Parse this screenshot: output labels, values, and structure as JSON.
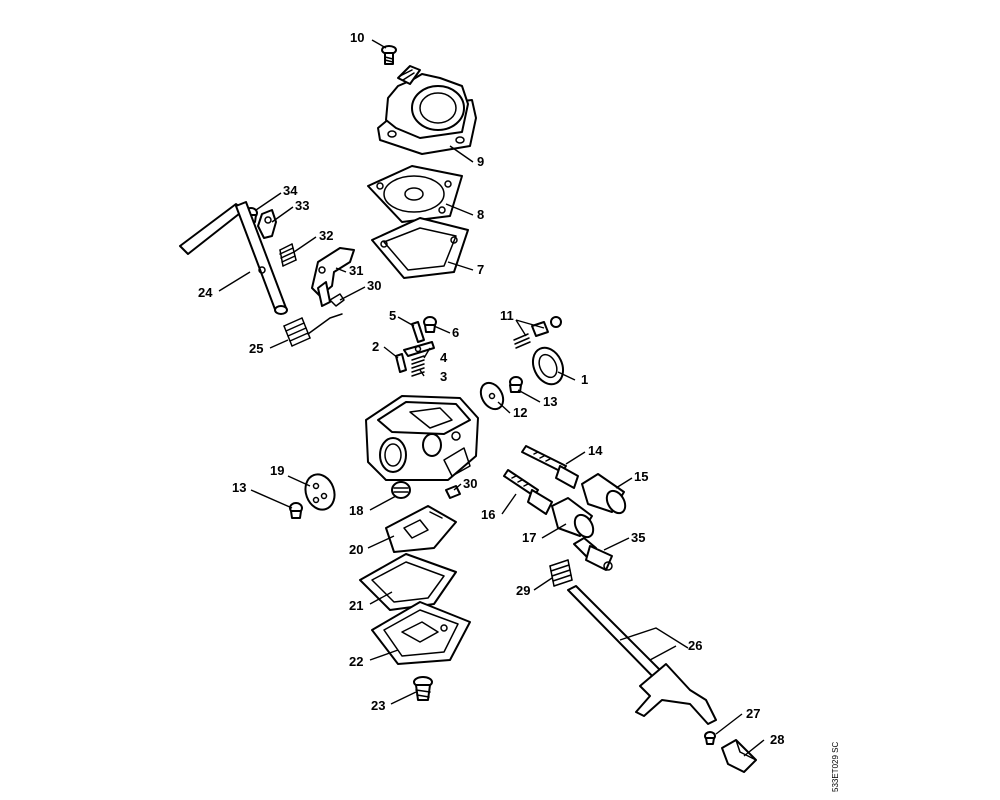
{
  "callouts": {
    "c1": "1",
    "c2": "2",
    "c3": "3",
    "c4": "4",
    "c5": "5",
    "c6": "6",
    "c7": "7",
    "c8": "8",
    "c9": "9",
    "c10": "10",
    "c11": "11",
    "c12": "12",
    "c13a": "13",
    "c13b": "13",
    "c14": "14",
    "c15": "15",
    "c16": "16",
    "c17": "17",
    "c18": "18",
    "c19": "19",
    "c20": "20",
    "c21": "21",
    "c22": "22",
    "c23": "23",
    "c24": "24",
    "c25": "25",
    "c26": "26",
    "c27": "27",
    "c28": "28",
    "c29": "29",
    "c30a": "30",
    "c30b": "30",
    "c31": "31",
    "c32": "32",
    "c33": "33",
    "c34": "34",
    "c35": "35"
  },
  "reference_code": "533ET029 SC"
}
